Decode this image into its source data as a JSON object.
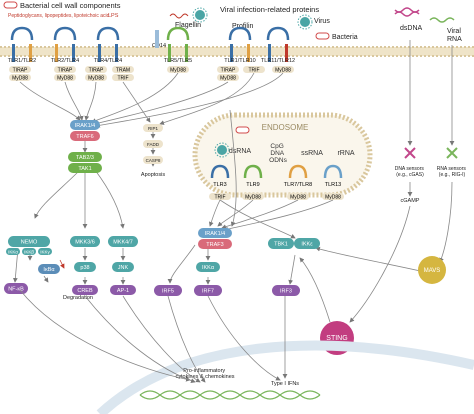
{
  "stimuli": {
    "bacterial_components": "Bacterial cell wall components",
    "bacterial_sub": "Peptidoglycans, lipopeptides, lipoteichoic acid",
    "lps": "LPS",
    "viral_proteins": "Viral infection-related proteins",
    "flagellin": "Flagellin",
    "profilin": "Profilin",
    "virus": "Virus",
    "bacteria": "Bacteria",
    "dsdna": "dsDNA",
    "viral_rna": "Viral RNA",
    "cd14": "CD14"
  },
  "receptors": {
    "tlr1_2": "TLR1/TLR2",
    "tlr2_4": "TLR2/TLR4",
    "tlr4_4": "TLR4/TLR4",
    "tlr5_5": "TLR5/TLR5",
    "tlr1_10": "TLR1/TLR10",
    "tlr11_12": "TLR11/TLR12",
    "tlr3": "TLR3",
    "tlr9": "TLR9",
    "tlr7_8": "TLR7/TLR8",
    "tlr13": "TLR13"
  },
  "adaptors": {
    "tirap": "TIRAP",
    "myd88": "MyD88",
    "tram": "TRAM",
    "trif": "TRIF"
  },
  "endosome": {
    "title": "ENDOSOME",
    "dsrna": "dsRNA",
    "cpg": "CpG\nDNA\nODNs",
    "ssrna": "ssRNA",
    "rrna": "rRNA"
  },
  "sensors": {
    "dna": "DNA sensors\n(e.g., cGAS)",
    "rna": "RNA sensors\n(e.g., RIG-I)",
    "cgamp": "cGAMP"
  },
  "nodes": {
    "irak14": "IRAK1/4",
    "traf6": "TRAF6",
    "tab23": "TAB2/3",
    "tak1": "TAK1",
    "rip1": "RIP1",
    "fadd": "FADD",
    "casp8": "CASP8",
    "apoptosis": "Apoptosis",
    "nemo": "NEMO",
    "ikka": "IKKα",
    "ikkb": "IKKβ",
    "ikkg": "IKKγ",
    "ikba": "IκBα",
    "degradation": "Degradation",
    "nfkb": "NF-κB",
    "mkk36": "MKK3/6",
    "mkk47": "MKK4/7",
    "p38": "p38",
    "jnk": "JNK",
    "creb": "CREB",
    "ap1": "AP-1",
    "irf5": "IRF5",
    "irak14b": "IRAK1/4",
    "traf3": "TRAF3",
    "ikka2": "IKKα",
    "irf7": "IRF7",
    "tbk1": "TBK1",
    "ikke": "IKKε",
    "irf3": "IRF3",
    "mavs": "MAVS",
    "sting": "STING"
  },
  "outputs": {
    "cytokines": "Pro-inflammatory\ncytokines & chemokines",
    "ifns": "Type I IFNs"
  },
  "colors": {
    "blue": "#5b8db8",
    "traf": "#d96a7a",
    "green": "#6fb04a",
    "teal": "#4fa6a6",
    "lightblue": "#6aa0c9",
    "purple": "#8c5aa8",
    "orange": "#e0a043",
    "pink": "#c23d80",
    "mavs": "#d5b640",
    "beige": "#ede3cc",
    "membrane": "#e7d7b3"
  }
}
